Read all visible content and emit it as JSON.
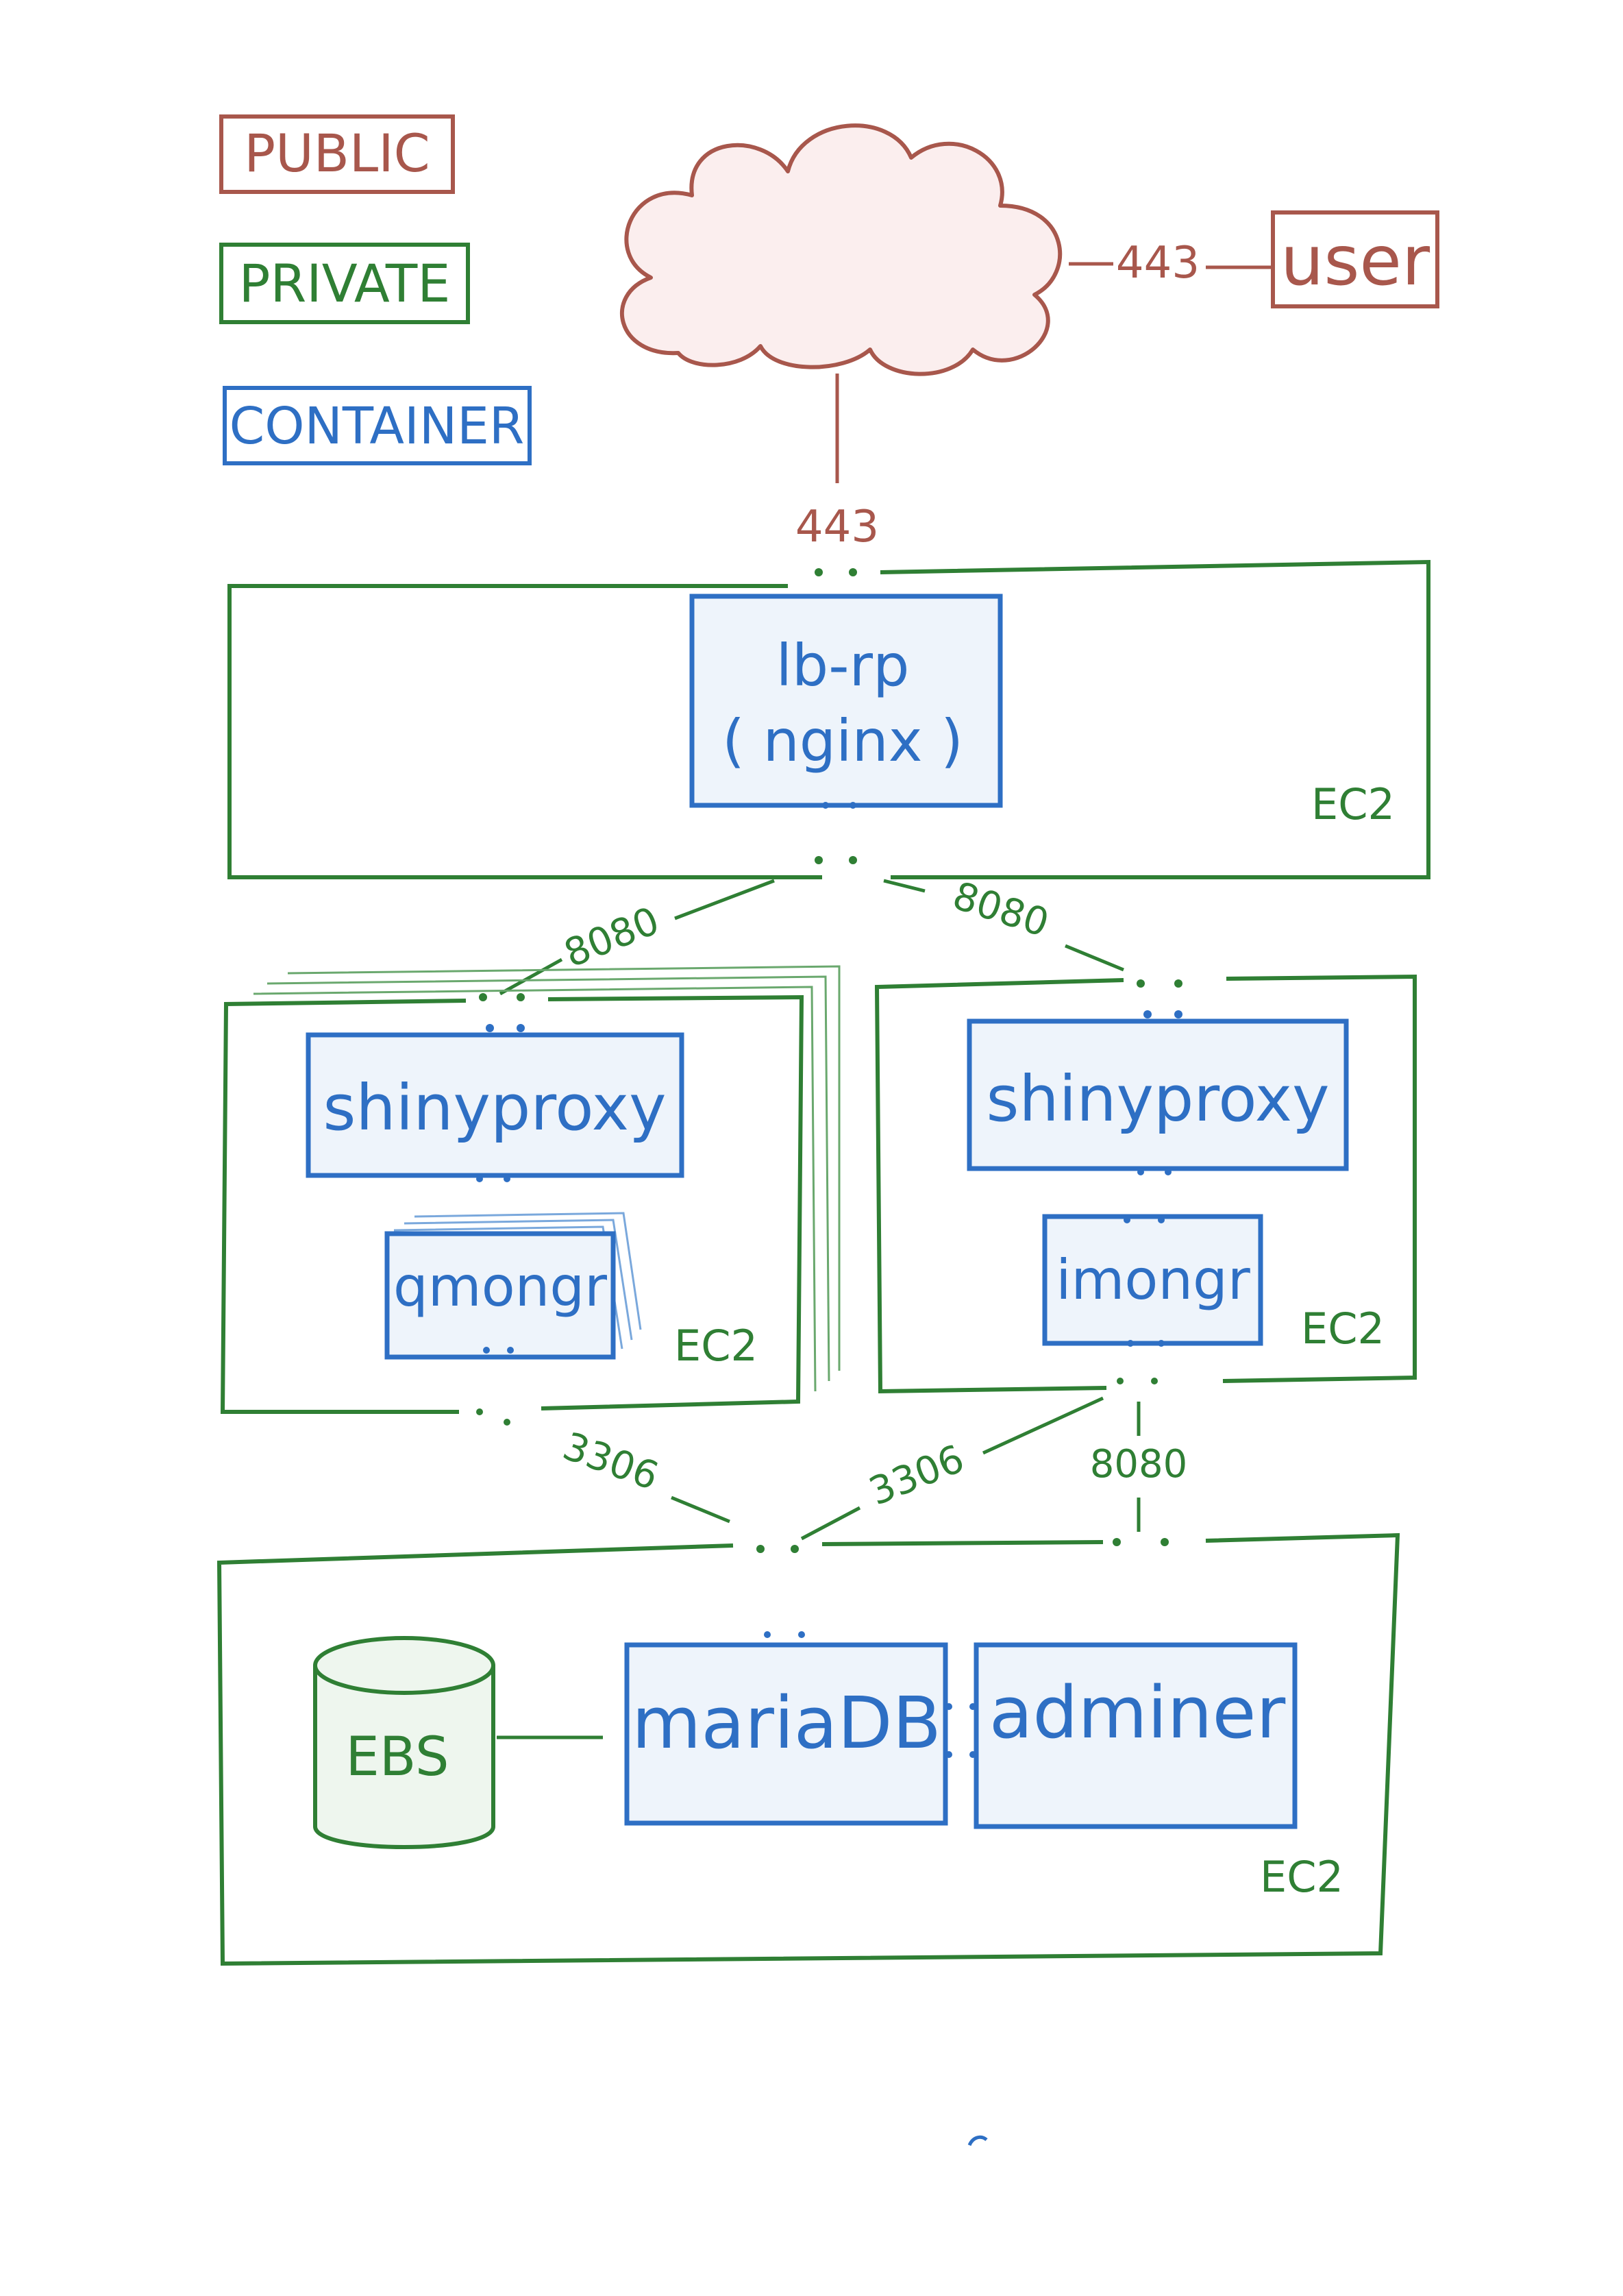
{
  "legend": {
    "public": "PUBLIC",
    "private": "PRIVATE",
    "container": "CONTAINER"
  },
  "external": {
    "user": "user",
    "port_user_cloud": "443",
    "port_cloud_lb": "443"
  },
  "lb_instance": {
    "container_line1": "lb-rp",
    "container_line2": "( nginx )",
    "label": "EC2"
  },
  "app_left": {
    "port_in": "8080",
    "shinyproxy": "shinyproxy",
    "app": "qmongr",
    "label": "EC2",
    "port_db": "3306"
  },
  "app_right": {
    "port_in": "8080",
    "shinyproxy": "shinyproxy",
    "app": "imongr",
    "label": "EC2",
    "port_db": "3306",
    "port_admin": "8080"
  },
  "db_instance": {
    "volume": "EBS",
    "database": "mariaDB",
    "admin": "adminer",
    "label": "EC2"
  },
  "colors": {
    "public": "#a8574c",
    "private": "#2f7f34",
    "container": "#2e6fc4",
    "container_fill": "#eef4fb",
    "cloud_fill": "#fbeeee"
  }
}
